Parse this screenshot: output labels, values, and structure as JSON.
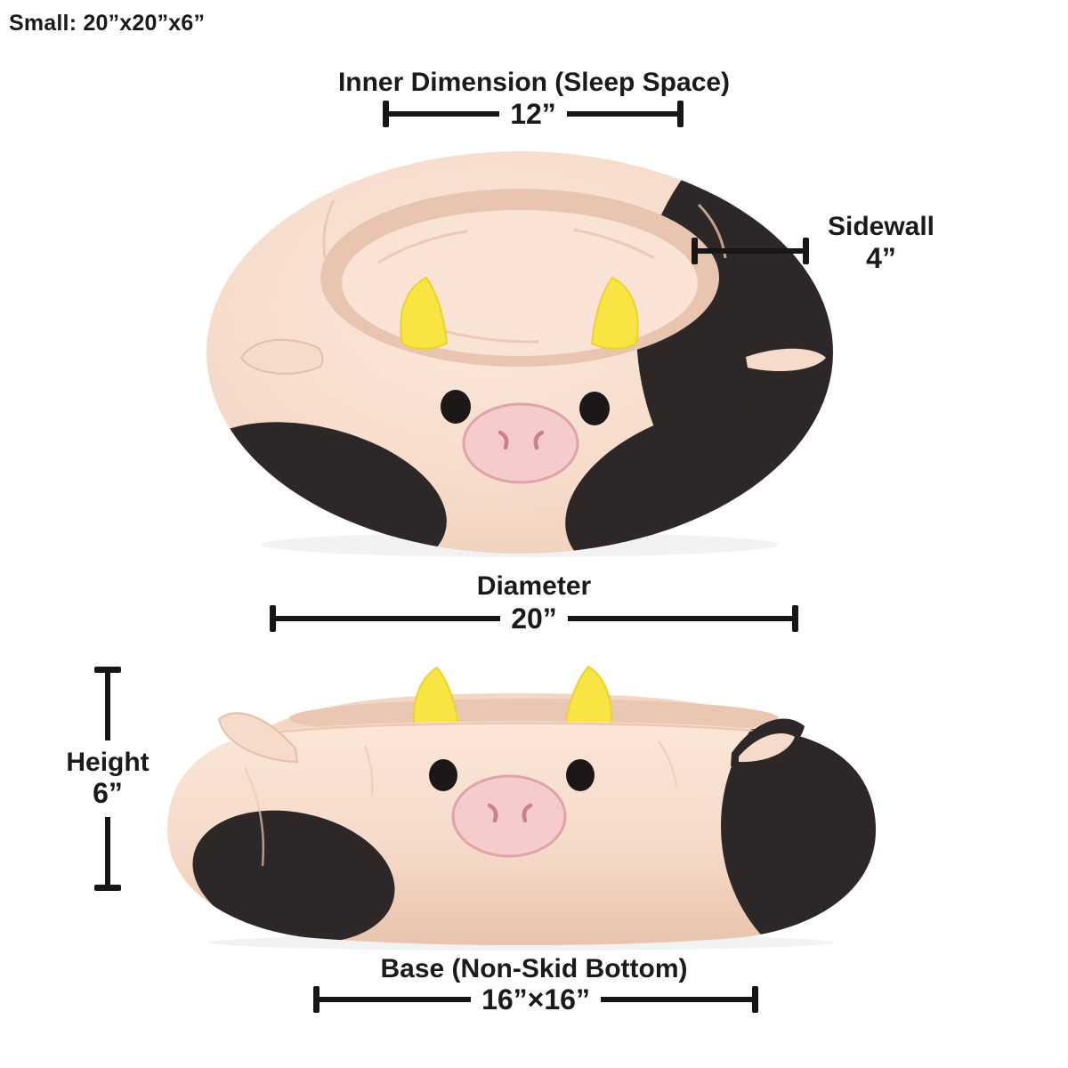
{
  "size_label": "Small: 20”x20”x6”",
  "annotations": {
    "inner_dimension": {
      "label": "Inner Dimension (Sleep Space)",
      "value": "12”"
    },
    "sidewall": {
      "label": "Sidewall",
      "value": "4”"
    },
    "diameter": {
      "label": "Diameter",
      "value": "20”"
    },
    "height": {
      "label": "Height",
      "value": "6”"
    },
    "base": {
      "label": "Base (Non-Skid Bottom)",
      "value": "16”×16”"
    }
  },
  "product": {
    "description": "Cow-themed round plush pet bed shown in top view and side view",
    "views": [
      "top",
      "side"
    ]
  },
  "colors": {
    "text": "#1a1a1a",
    "dimension_line": "#161616",
    "body_pink": "#f6dbca",
    "cushion_pink": "#f8e3d4",
    "patch_black": "#2d2827",
    "horn_yellow": "#f8e443",
    "snout_pink": "#f5cbcc",
    "eye_black": "#1d1718"
  }
}
